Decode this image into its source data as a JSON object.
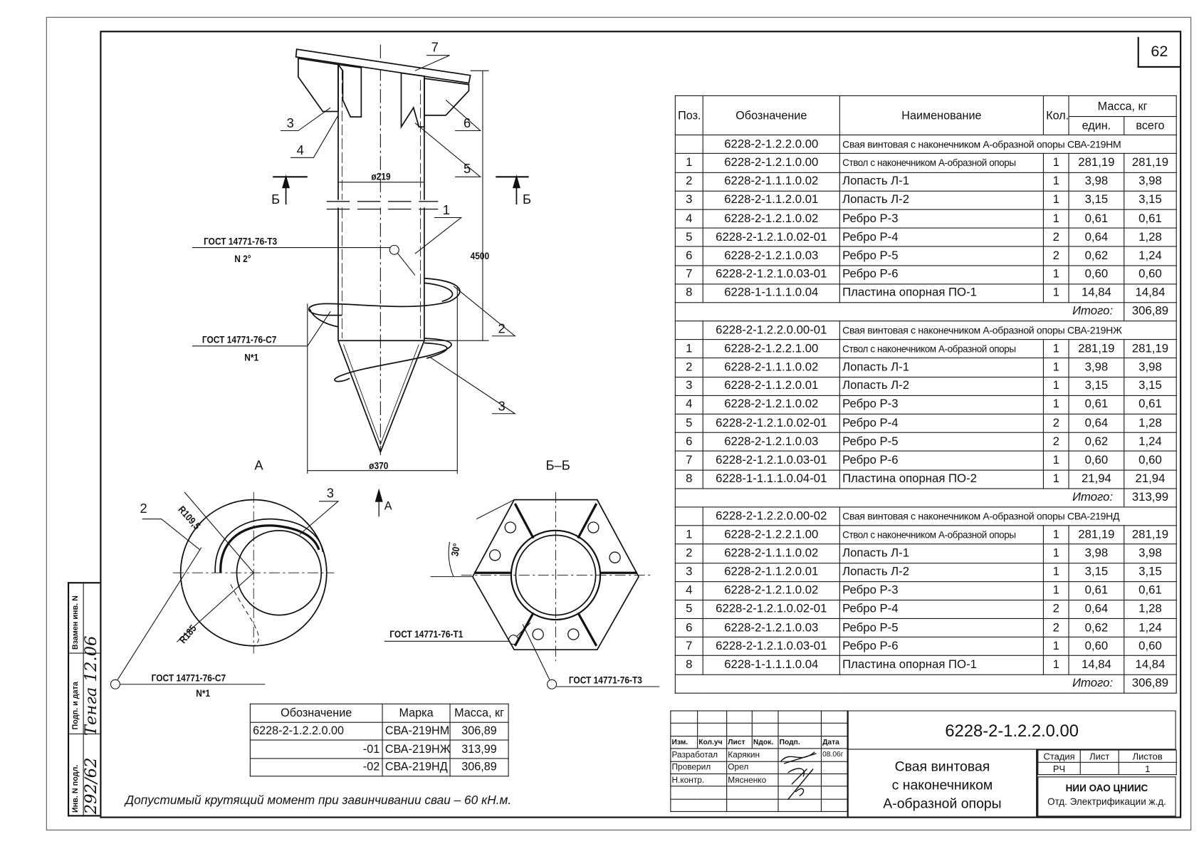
{
  "page_number": "62",
  "spec_table": {
    "headers": {
      "pos": "Поз.",
      "designation": "Обозначение",
      "name": "Наименование",
      "qty": "Кол.",
      "mass": "Масса, кг",
      "mass_unit": "един.",
      "mass_total": "всего"
    },
    "total_label": "Итого:",
    "groups": [
      {
        "designation": "6228-2-1.2.2.0.00",
        "title": "Свая винтовая с наконечником А-образной опоры СВА-219НМ",
        "total": "306,89",
        "rows": [
          [
            "1",
            "6228-2-1.2.1.0.00",
            "Ствол с наконечником А-образной опоры",
            "1",
            "281,19",
            "281,19"
          ],
          [
            "2",
            "6228-2-1.1.1.0.02",
            "Лопасть Л-1",
            "1",
            "3,98",
            "3,98"
          ],
          [
            "3",
            "6228-2-1.1.2.0.01",
            "Лопасть Л-2",
            "1",
            "3,15",
            "3,15"
          ],
          [
            "4",
            "6228-2-1.2.1.0.02",
            "Ребро Р-3",
            "1",
            "0,61",
            "0,61"
          ],
          [
            "5",
            "6228-2-1.2.1.0.02-01",
            "Ребро Р-4",
            "2",
            "0,64",
            "1,28"
          ],
          [
            "6",
            "6228-2-1.2.1.0.03",
            "Ребро Р-5",
            "2",
            "0,62",
            "1,24"
          ],
          [
            "7",
            "6228-2-1.2.1.0.03-01",
            "Ребро Р-6",
            "1",
            "0,60",
            "0,60"
          ],
          [
            "8",
            "6228-1-1.1.1.0.04",
            "Пластина опорная ПО-1",
            "1",
            "14,84",
            "14,84"
          ]
        ]
      },
      {
        "designation": "6228-2-1.2.2.0.00-01",
        "title": "Свая винтовая с наконечником А-образной опоры СВА-219НЖ",
        "total": "313,99",
        "rows": [
          [
            "1",
            "6228-2-1.2.2.1.00",
            "Ствол с наконечником А-образной опоры",
            "1",
            "281,19",
            "281,19"
          ],
          [
            "2",
            "6228-2-1.1.1.0.02",
            "Лопасть Л-1",
            "1",
            "3,98",
            "3,98"
          ],
          [
            "3",
            "6228-2-1.1.2.0.01",
            "Лопасть Л-2",
            "1",
            "3,15",
            "3,15"
          ],
          [
            "4",
            "6228-2-1.2.1.0.02",
            "Ребро Р-3",
            "1",
            "0,61",
            "0,61"
          ],
          [
            "5",
            "6228-2-1.2.1.0.02-01",
            "Ребро Р-4",
            "2",
            "0,64",
            "1,28"
          ],
          [
            "6",
            "6228-2-1.2.1.0.03",
            "Ребро Р-5",
            "2",
            "0,62",
            "1,24"
          ],
          [
            "7",
            "6228-2-1.2.1.0.03-01",
            "Ребро Р-6",
            "1",
            "0,60",
            "0,60"
          ],
          [
            "8",
            "6228-1-1.1.1.0.04-01",
            "Пластина опорная ПО-2",
            "1",
            "21,94",
            "21,94"
          ]
        ]
      },
      {
        "designation": "6228-2-1.2.2.0.00-02",
        "title": "Свая винтовая с наконечником А-образной опоры СВА-219НД",
        "total": "306,89",
        "rows": [
          [
            "1",
            "6228-2-1.2.2.1.00",
            "Ствол с наконечником А-образной опоры",
            "1",
            "281,19",
            "281,19"
          ],
          [
            "2",
            "6228-2-1.1.1.0.02",
            "Лопасть Л-1",
            "1",
            "3,98",
            "3,98"
          ],
          [
            "3",
            "6228-2-1.1.2.0.01",
            "Лопасть Л-2",
            "1",
            "3,15",
            "3,15"
          ],
          [
            "4",
            "6228-2-1.2.1.0.02",
            "Ребро Р-3",
            "1",
            "0,61",
            "0,61"
          ],
          [
            "5",
            "6228-2-1.2.1.0.02-01",
            "Ребро Р-4",
            "2",
            "0,64",
            "1,28"
          ],
          [
            "6",
            "6228-2-1.2.1.0.03",
            "Ребро Р-5",
            "2",
            "0,62",
            "1,24"
          ],
          [
            "7",
            "6228-2-1.2.1.0.03-01",
            "Ребро Р-6",
            "1",
            "0,60",
            "0,60"
          ],
          [
            "8",
            "6228-1-1.1.1.0.04",
            "Пластина опорная ПО-1",
            "1",
            "14,84",
            "14,84"
          ]
        ]
      }
    ]
  },
  "marks_table": {
    "headers": [
      "Обозначение",
      "Марка",
      "Масса, кг"
    ],
    "rows": [
      [
        "6228-2-1.2.2.0.00",
        "СВА-219НМ",
        "306,89"
      ],
      [
        "-01",
        "СВА-219НЖ",
        "313,99"
      ],
      [
        "-02",
        "СВА-219НД",
        "306,89"
      ]
    ]
  },
  "note": "Допустимый крутящий момент при завинчивании сваи – 60 кН.м.",
  "drawing": {
    "callouts": [
      "1",
      "2",
      "3",
      "4",
      "5",
      "6",
      "7",
      "3"
    ],
    "dim_d219": "ø219",
    "dim_d370": "ø370",
    "dim_4500": "4500",
    "section_letter": "Б",
    "view_a": "А",
    "section_bb": "Б–Б",
    "weld_t3": "ГОСТ 14771-76-Т3",
    "weld_t3_note": "N 2°",
    "weld_c7": "ГОСТ 14771-76-С7",
    "weld_c7_note": "N*1",
    "weld_t1": "ГОСТ 14771-76-Т1",
    "r1095": "R109,5",
    "r185": "R185",
    "angle30": "30°",
    "view_a_callouts": [
      "2",
      "3"
    ]
  },
  "title_block": {
    "designation": "6228-2-1.2.2.0.00",
    "title_lines": [
      "Свая винтовая",
      "с наконечником",
      "А-образной опоры"
    ],
    "stamp_headers": [
      "Изм.",
      "Кол.уч",
      "Лист",
      "Nдок.",
      "Подп.",
      "Дата"
    ],
    "people": [
      {
        "role": "Разработал",
        "name": "Карякин",
        "date": "08.06г"
      },
      {
        "role": "Проверил",
        "name": "Орел",
        "date": ""
      },
      {
        "role": "Н.контр.",
        "name": "Мясненко",
        "date": ""
      }
    ],
    "stage_headers": [
      "Стадия",
      "Лист",
      "Листов"
    ],
    "stage_values": [
      "РЧ",
      "",
      "1"
    ],
    "org_line1": "НИИ ОАО ЦНИИС",
    "org_line2": "Отд. Электрификации ж.д."
  },
  "side_stamp": {
    "labels": [
      "Инв. N подл.",
      "Подп. и дата",
      "Взамен инв. N"
    ],
    "inv_value": "292/62",
    "sign_date_value": "Тенга 12.06"
  }
}
